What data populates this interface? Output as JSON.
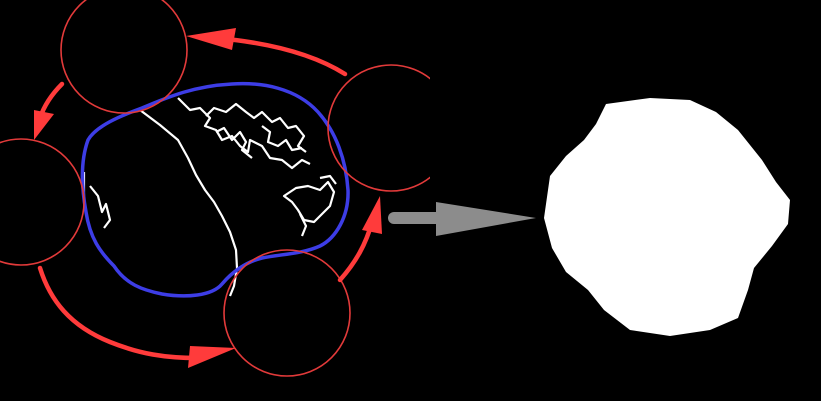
{
  "diagram": {
    "background_color": "#000000",
    "elements": [
      {
        "id": "probe-circle",
        "count": 4,
        "color": "#e23a3a"
      },
      {
        "id": "rotation-arrow",
        "count": 4,
        "color": "#ff3b3b",
        "direction": "clockwise"
      },
      {
        "id": "boundary-contour",
        "color": "#3d3de6"
      },
      {
        "id": "edge-lines",
        "color": "#ffffff"
      },
      {
        "id": "transform-arrow",
        "color": "#8c8c8c",
        "icon": "right-arrow-icon"
      },
      {
        "id": "filled-blob",
        "color": "#ffffff"
      }
    ]
  }
}
